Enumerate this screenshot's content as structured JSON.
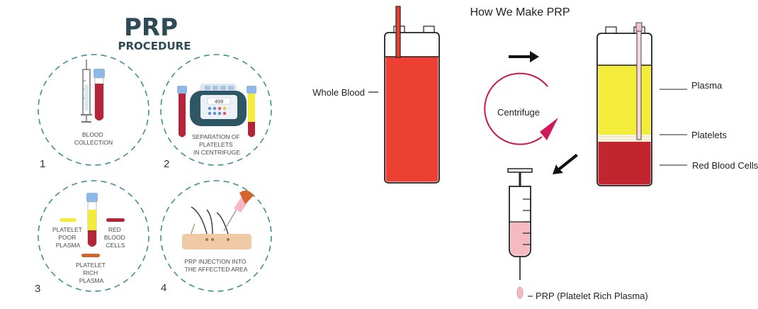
{
  "left_panel": {
    "title": "PRP",
    "subtitle": "PROCEDURE",
    "steps": [
      {
        "number": "1",
        "caption": [
          "BLOOD",
          "COLLECTION"
        ]
      },
      {
        "number": "2",
        "caption": [
          "SEPARATION OF",
          "PLATELETS",
          "IN CENTRIFUGE"
        ],
        "display": "400"
      },
      {
        "number": "3",
        "labels": {
          "poor": [
            "PLATELET",
            "POOR",
            "PLASMA"
          ],
          "rbc": [
            "RED",
            "BLOOD",
            "CELLS"
          ],
          "rich": [
            "PLATELET",
            "RICH",
            "PLASMA"
          ]
        }
      },
      {
        "number": "4",
        "caption": [
          "PRP INJECTION INTO",
          "THE AFFECTED AREA"
        ]
      }
    ]
  },
  "right_panel": {
    "title": "How We Make PRP",
    "whole_blood_label": "Whole Blood",
    "centrifuge_label": "Centrifuge",
    "layer_labels": {
      "plasma": "Plasma",
      "platelets": "Platelets",
      "rbc": "Red Blood Cells"
    },
    "prp_label": "PRP (Platelet Rich Plasma)"
  },
  "colors": {
    "title": "#2f4a57",
    "dashed_circle": "#3f8f93",
    "tube_cap": "#8fb8e6",
    "blood": "#b3263a",
    "whole_blood": "#ec4032",
    "rbc_dark": "#c1262f",
    "plasma_yellow": "#f4ec3a",
    "prp_pink": "#f6b9c2",
    "centrifuge_arrow": "#c8184b"
  }
}
